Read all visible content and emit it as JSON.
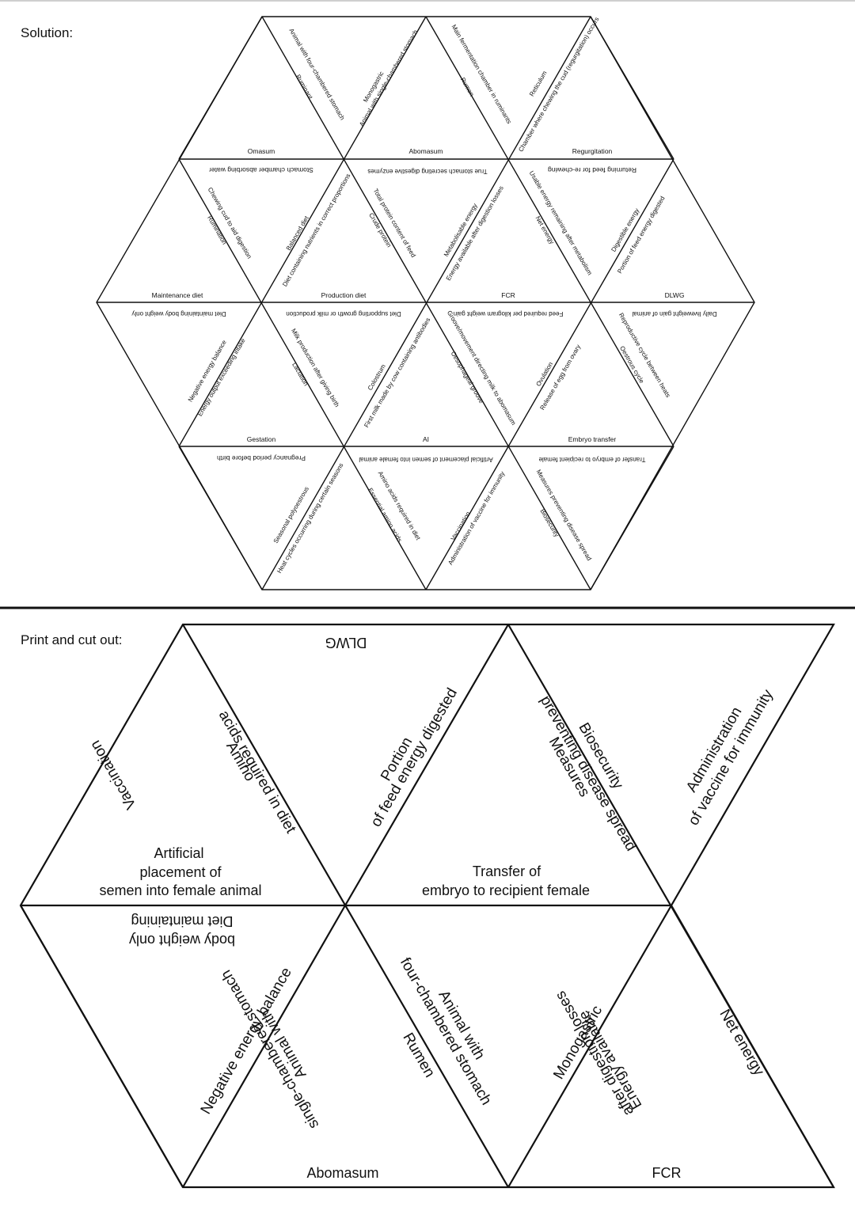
{
  "headings": {
    "solution": "Solution:",
    "cutout": "Print and cut out:"
  },
  "solution": {
    "r1": {
      "t1_right": "Animal with four-chambered stomach",
      "t1_rightb": "Ruminant",
      "t2_left": "Monogastric",
      "t2_lefta": "Animal with single-chambered stomach",
      "t3_right": "Main fermentation chamber in ruminants",
      "t3_rightb": "Rumen",
      "t4_left": "Reticulum",
      "t4_lefta": "Chamber where chewing the cud (regurgitation) occurs"
    },
    "r1_bottom": {
      "omasum": "Omasum",
      "abomasum": "Abomasum",
      "regurgitation": "Regurgitation"
    },
    "r2_top": {
      "stomach_water": "Stomach chamber absorbing water",
      "true_stomach": "True stomach secreting digestive enzymes",
      "returning_feed": "Returning feed for re-chewing"
    },
    "r2": {
      "rumination": "Rumination",
      "chewing": "Chewing cud to aid digestion",
      "balanced": "Balanced diet",
      "diet_nutrients": "Diet containing nutrients in correct proportions",
      "crude": "Crude protein",
      "total_protein": "Total protein content of feed",
      "me": "Metabolisable energy",
      "me_def": "Energy available after digestion losses",
      "ne": "Net energy",
      "ne_def": "Usable energy remaining after metabolism",
      "de": "Digestible energy",
      "de_def": "Portion of feed energy digested"
    },
    "mid": {
      "maintenance": "Maintenance diet",
      "production": "Production diet",
      "fcr": "FCR",
      "dlwg": "DLWG",
      "maint_def": "Diet maintaining body weight only",
      "prod_def": "Diet supporting growth or milk production",
      "fcr_def": "Feed required per kilogram weight gain",
      "dlwg_def": "Daily liveweight gain of animal"
    },
    "r3": {
      "neb": "Negative energy balance",
      "neb_def": "Energy output exceeding intake",
      "lactation": "Lactation",
      "lact_def": "Milk production after giving birth",
      "colostrum": "Colostrum",
      "col_def": "First milk made by cow containing antibodies",
      "groove": "Oesophageal groove",
      "groove_def": "Groove/movement directing milk to abomasum",
      "ovulation": "Ovulation",
      "ovul_def": "Release of egg from ovary",
      "oestrous": "Oestrous cycle",
      "oest_def": "Reproductive cycle between heats"
    },
    "r3_bottom": {
      "gestation": "Gestation",
      "ai": "AI",
      "embryo": "Embryo transfer"
    },
    "r4_top": {
      "pregnancy": "Pregnancy period before birth",
      "artificial": "Artificial placement of semen into female animal",
      "transfer": "Transfer of embryo to recipient female"
    },
    "r4": {
      "seasonal": "Seasonal polyoestrous",
      "seasonal_def": "Heat cycles occurring during certain seasons",
      "eaa": "Essential amino acids",
      "eaa_def": "Amino acids required in diet",
      "vacc": "Vaccination",
      "vacc_def": "Administration of vaccine for immunity",
      "bio": "Biosecurity",
      "bio_def": "Measures preventing disease spread"
    }
  },
  "cutout": {
    "dlwg": "DLWG",
    "vaccination": "Vaccination",
    "amino_1": "Amino",
    "amino_2": "acids required in diet",
    "portion_1": "Portion",
    "portion_2": "of feed energy digested",
    "biosecurity": "Biosecurity",
    "measures_1": "Measures",
    "measures_2": "preventing disease spread",
    "admin_1": "Administration",
    "admin_2": "of vaccine for immunity",
    "artificial_1": "Artificial",
    "artificial_2": "placement of",
    "artificial_3": "semen into female animal",
    "transfer_1": "Transfer of",
    "transfer_2": "embryo to recipient female",
    "diet_1": "Diet maintaining",
    "diet_2": "body weight only",
    "neb": "Negative energy balance",
    "single_1": "Animal with",
    "single_2": "single-chambered stomach",
    "four_1": "Animal with",
    "four_2": "four-chambered stomach",
    "rumen": "Rumen",
    "monogastric": "Monogastric",
    "energy_1": "Energy available",
    "energy_2": "after digestion losses",
    "net_energy": "Net energy",
    "abomasum": "Abomasum",
    "fcr": "FCR"
  }
}
